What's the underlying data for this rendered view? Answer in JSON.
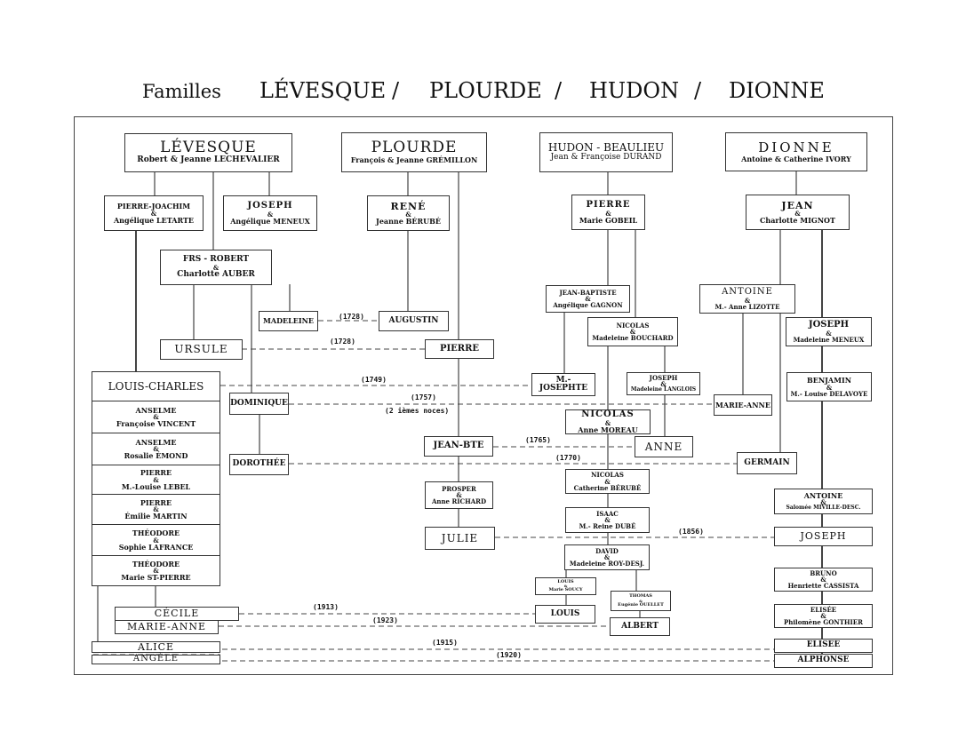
{
  "title": {
    "prefix": "Familles",
    "lev": "LÉVESQUE",
    "sep": "/",
    "plo": "PLOURDE",
    "hud": "HUDON",
    "dio": "DIONNE"
  },
  "families": {
    "levesque": {
      "name": "LÉVESQUE",
      "couple": "Robert & Jeanne LECHEVALIER"
    },
    "plourde": {
      "name": "PLOURDE",
      "couple": "François & Jeanne GRÉMILLON"
    },
    "hudon": {
      "name": "HUDON - BEAULIEU",
      "couple": "Jean & Françoise DURAND"
    },
    "dionne": {
      "name": "DIONNE",
      "couple": "Antoine & Catherine IVORY"
    }
  },
  "people": {
    "pierre_joachim": {
      "n": "PIERRE-JOACHIM",
      "s": "Angélique LETARTE"
    },
    "joseph_lev": {
      "n": "JOSEPH",
      "s": "Angélique MENEUX"
    },
    "frs_robert": {
      "n": "FRS - ROBERT",
      "s": "Charlotte AUBER"
    },
    "madeleine": {
      "n": "MADELEINE"
    },
    "ursule": {
      "n": "URSULE"
    },
    "dominique": {
      "n": "DOMINIQUE"
    },
    "dorothee": {
      "n": "DOROTHÉE"
    },
    "louis_charles": {
      "n": "LOUIS-CHARLES"
    },
    "anselme1": {
      "n": "ANSELME",
      "s": "Françoise VINCENT"
    },
    "anselme2": {
      "n": "ANSELME",
      "s": "Rosalie ÉMOND"
    },
    "pierre_l1": {
      "n": "PIERRE",
      "s": "M.-Louise LEBEL"
    },
    "pierre_l2": {
      "n": "PIERRE",
      "s": "Émilie MARTIN"
    },
    "theodore1": {
      "n": "THÉODORE",
      "s": "Sophie LAFRANCE"
    },
    "theodore2": {
      "n": "THÉODORE",
      "s": "Marie ST-PIERRE"
    },
    "cecile": {
      "n": "CÉCILE"
    },
    "marie_anne_l": {
      "n": "MARIE-ANNE"
    },
    "alice": {
      "n": "ALICE"
    },
    "angele": {
      "n": "ANGÈLE"
    },
    "rene": {
      "n": "RENÉ",
      "s": "Jeanne BÉRUBÉ"
    },
    "augustin": {
      "n": "AUGUSTIN"
    },
    "pierre_p": {
      "n": "PIERRE"
    },
    "jean_bte": {
      "n": "JEAN-BTE"
    },
    "prosper": {
      "n": "PROSPER",
      "s": "Anne RICHARD"
    },
    "julie": {
      "n": "JULIE"
    },
    "pierre_h": {
      "n": "PIERRE",
      "s": "Marie GOBEIL"
    },
    "jean_baptiste": {
      "n": "JEAN-BAPTISTE",
      "s": "Angélique GAGNON"
    },
    "nicolas_h1": {
      "n": "NICOLAS",
      "s": "Madeleine BOUCHARD"
    },
    "m_josephte": {
      "n": "M.-JOSEPHTE"
    },
    "joseph_h": {
      "n": "JOSEPH",
      "s": "Madeleine LANGLOIS"
    },
    "nicolas_h2": {
      "n": "NICOLAS",
      "s": "Anne MOREAU"
    },
    "anne": {
      "n": "ANNE"
    },
    "nicolas_h3": {
      "n": "NICOLAS",
      "s": "Catherine BÉRUBÉ"
    },
    "isaac": {
      "n": "ISAAC",
      "s": "M.- Reine DUBÉ"
    },
    "david": {
      "n": "DAVID",
      "s": "Madeleine ROY-DESJ."
    },
    "louis_h1": {
      "n": "LOUIS",
      "s": "Marie SOUCY"
    },
    "thomas": {
      "n": "THOMAS",
      "s": "Eugénie OUELLET"
    },
    "louis_h2": {
      "n": "LOUIS"
    },
    "albert": {
      "n": "ALBERT"
    },
    "jean_d": {
      "n": "JEAN",
      "s": "Charlotte MIGNOT"
    },
    "antoine_d1": {
      "n": "ANTOINE",
      "s": "M.- Anne LIZOTTE"
    },
    "joseph_d1": {
      "n": "JOSEPH",
      "s": "Madeleine MENEUX"
    },
    "benjamin": {
      "n": "BENJAMIN",
      "s": "M.- Louise DELAVOYE"
    },
    "marie_anne_d": {
      "n": "MARIE-ANNE"
    },
    "germain": {
      "n": "GERMAIN"
    },
    "antoine_d2": {
      "n": "ANTOINE",
      "s": "Salomée MIVILLE-DESC."
    },
    "joseph_d2": {
      "n": "JOSEPH"
    },
    "bruno": {
      "n": "BRUNO",
      "s": "Henriette CASSISTA"
    },
    "elisee1": {
      "n": "ELISÉE",
      "s": "Philomène GONTHIER"
    },
    "elisee2": {
      "n": "ELISEE"
    },
    "alphonse": {
      "n": "ALPHONSE"
    }
  },
  "amp": "&",
  "marriages": {
    "m1728a": "(1728)",
    "m1728b": "(1728)",
    "m1749": "(1749)",
    "m1757": "(1757)",
    "m1757note": "(2 ièmes noces)",
    "m1765": "(1765)",
    "m1770": "(1770)",
    "m1856": "(1856)",
    "m1913": "(1913)",
    "m1923": "(1923)",
    "m1915": "(1915)",
    "m1920": "(1920)"
  }
}
